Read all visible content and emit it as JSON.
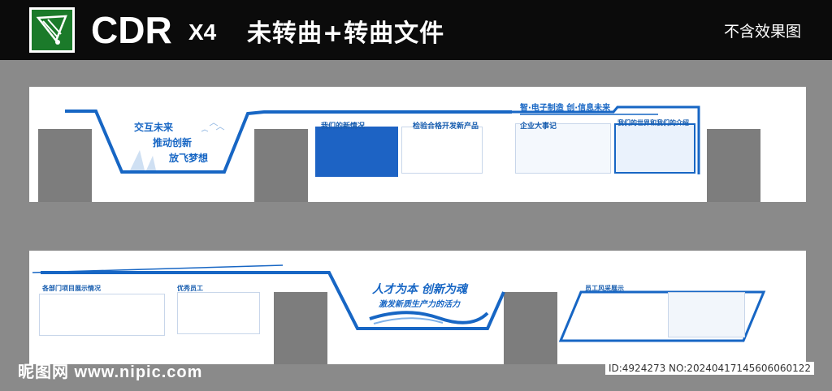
{
  "header": {
    "cdr": "CDR",
    "version": "X4",
    "subtitle": "未转曲+转曲文件",
    "note": "不含效果图"
  },
  "wall1": {
    "slogan1": "交互未来",
    "slogan2": "推动创新",
    "slogan3": "放飞梦想",
    "top_banner": "智·电子制造 创·信息未来",
    "sec1": "我们的新情况",
    "sec2": "检验合格开发新产品",
    "sec3": "企业大事记",
    "sec4": "我们的世界和我们的介绍"
  },
  "wall2": {
    "sec1": "各部门项目展示情况",
    "sec2": "优秀员工",
    "slogan_main": "人才为本 创新为魂",
    "slogan_sub": "激发新质生产力的活力",
    "sec3": "员工风采展示"
  },
  "footer": {
    "site": "昵图网 www.nipic.com",
    "id": "ID:4924273 NO:20240417145606060122"
  },
  "colors": {
    "accent": "#1766c4",
    "wall": "#ffffff",
    "bg": "#8a8a8a"
  }
}
